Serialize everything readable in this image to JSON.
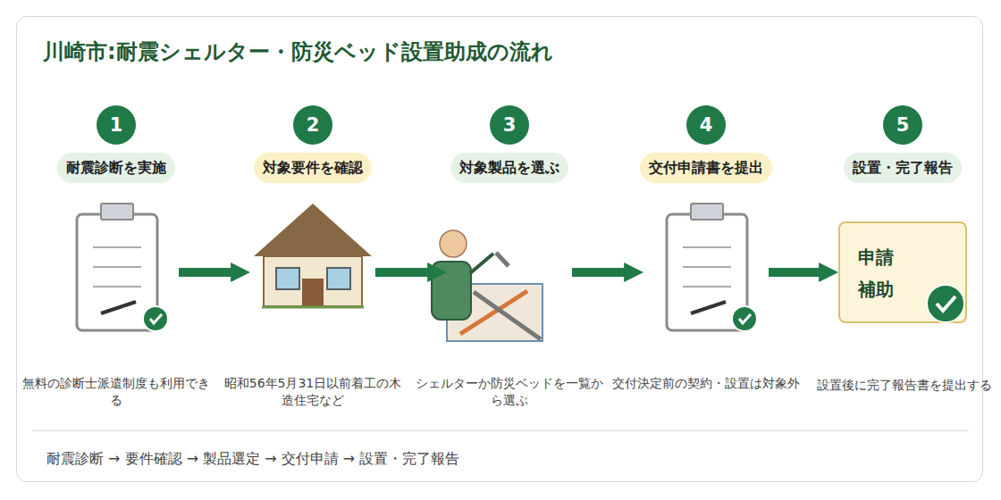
{
  "diagram": {
    "title": "川崎市:耐震シェルター・防災ベッド設置助成の流れ",
    "nodes": [
      {
        "text": [
          "1"
        ]
      },
      {
        "text": [
          "耐震診断を実施"
        ]
      },
      {
        "text": [
          "無料の診断士派遣制度も利用できる"
        ]
      },
      {
        "text": [
          "2"
        ]
      },
      {
        "text": [
          "対象要件を確認"
        ]
      },
      {
        "text": [
          "昭和56年5月31日以前着工の木造住宅など"
        ]
      },
      {
        "text": [
          "3"
        ]
      },
      {
        "text": [
          "対象製品を選ぶ"
        ]
      },
      {
        "text": [
          "シェルターか防災ベッドを一覧から選ぶ"
        ]
      },
      {
        "text": [
          "4"
        ]
      },
      {
        "text": [
          "交付申請書を提出"
        ]
      },
      {
        "text": [
          "交付決定前の契約・設置は対象外"
        ]
      },
      {
        "text": [
          "5"
        ]
      },
      {
        "text": [
          "設置・完了報告"
        ]
      },
      {
        "text": [
          "申請 補助",
          "設置後に完了報告書を提出する"
        ]
      }
    ],
    "edges": [
      {
        "from": 2,
        "to": 5,
        "arrow": "to"
      },
      {
        "from": 5,
        "to": 8,
        "arrow": "to"
      },
      {
        "from": 8,
        "to": 11,
        "arrow": "to"
      },
      {
        "from": 11,
        "to": 14,
        "arrow": "to"
      }
    ],
    "labels": [
      "耐震診断 → 要件確認 → 製品選定 → 交付申請 → 設置・完了報告"
    ]
  }
}
